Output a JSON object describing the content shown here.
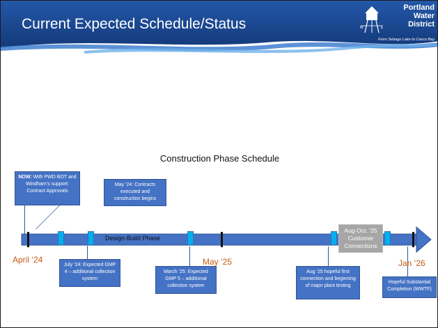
{
  "header": {
    "title": "Current Expected Schedule/Status",
    "logo_line1": "Portland",
    "logo_line2": "Water",
    "logo_line3": "District",
    "logo_tagline": "From Sebago Lake to Casco Bay"
  },
  "schedule_title": "Construction Phase Schedule",
  "phase_label": "Design-Build Phase",
  "callouts": {
    "now_bold": "NOW:",
    "now_text": " With PWD BOT and Windham’s support: Contract Approvals",
    "may24": "May ‘24: Contracts executed and construction begins",
    "july24": "July ‘24: Expected GMP 4 – additional collection system",
    "march25": "March ‘25: Expected GMP 5 – additional collection system",
    "aug25": "Aug ‘25 hopeful first connection and beginning of major plant testing",
    "customer": "Aug-Oct. ‘25 Customer Connections",
    "completion": "Hopeful Substantial Completion (WWTF)"
  },
  "dates": {
    "start": "April ‘24",
    "middle": "May ‘25",
    "end": "Jan ‘26"
  },
  "colors": {
    "header_blue": "#1f4e9a",
    "arrow_blue": "#4472c4",
    "date_orange": "#c55a11",
    "marker_cyan": "#00b0f0"
  }
}
